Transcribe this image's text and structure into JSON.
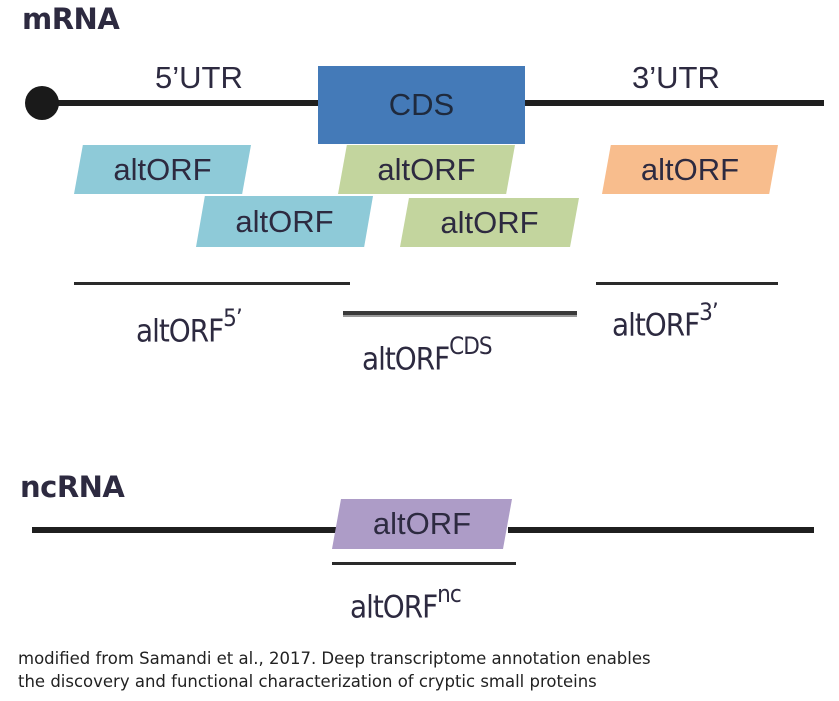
{
  "mrna": {
    "title": "mRNA",
    "regions": {
      "utr5": "5’UTR",
      "cds": "CDS",
      "utr3": "3’UTR"
    },
    "altorfs": [
      {
        "label": "altORF",
        "region": "5'UTR",
        "color": "#8ecad8"
      },
      {
        "label": "altORF",
        "region": "5'UTR/CDS",
        "color": "#8ecad8"
      },
      {
        "label": "altORF",
        "region": "CDS",
        "color": "#c3d59e"
      },
      {
        "label": "altORF",
        "region": "CDS",
        "color": "#c3d59e"
      },
      {
        "label": "altORF",
        "region": "3'UTR",
        "color": "#f8bd8d"
      }
    ],
    "classes": [
      {
        "base": "altORF",
        "sup": "5’"
      },
      {
        "base": "altORF",
        "sup": "CDS"
      },
      {
        "base": "altORF",
        "sup": "3’"
      }
    ]
  },
  "ncrna": {
    "title": "ncRNA",
    "altorf": {
      "label": "altORF",
      "color": "#ad9cc7"
    },
    "class": {
      "base": "altORF",
      "sup": "nc"
    }
  },
  "colors": {
    "cds": "#447ab8",
    "line": "#1f1f1f"
  },
  "caption": {
    "line1": "modified from Samandi et al., 2017. Deep transcriptome annotation enables",
    "line2": "the discovery and functional characterization of cryptic small proteins"
  }
}
